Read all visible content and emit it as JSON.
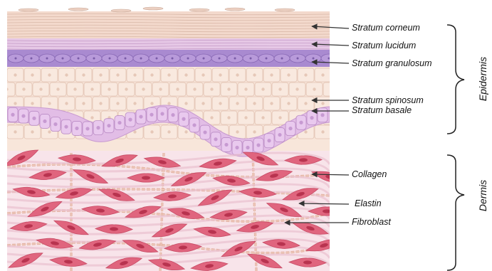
{
  "labels": {
    "stratum_corneum": "Stratum corneum",
    "stratum_lucidum": "Stratum lucidum",
    "stratum_granulosum": "Stratum granulosum",
    "stratum_spinosum": "Stratum spinosum",
    "stratum_basale": "Stratum basale",
    "collagen": "Collagen",
    "elastin": "Elastin",
    "fibroblast": "Fibroblast"
  },
  "groups": {
    "epidermis": "Epidermis",
    "dermis": "Dermis"
  },
  "colors": {
    "corneum": "#f3d9cc",
    "lucidum": "#e6c8e6",
    "granulosum": "#a98ad0",
    "spinosum": "#f8e6da",
    "basale": "#e2bde6",
    "dermis_bg": "#f8e4ea",
    "fibroblast": "#e0657e",
    "collagen": "#e8b8a8"
  }
}
